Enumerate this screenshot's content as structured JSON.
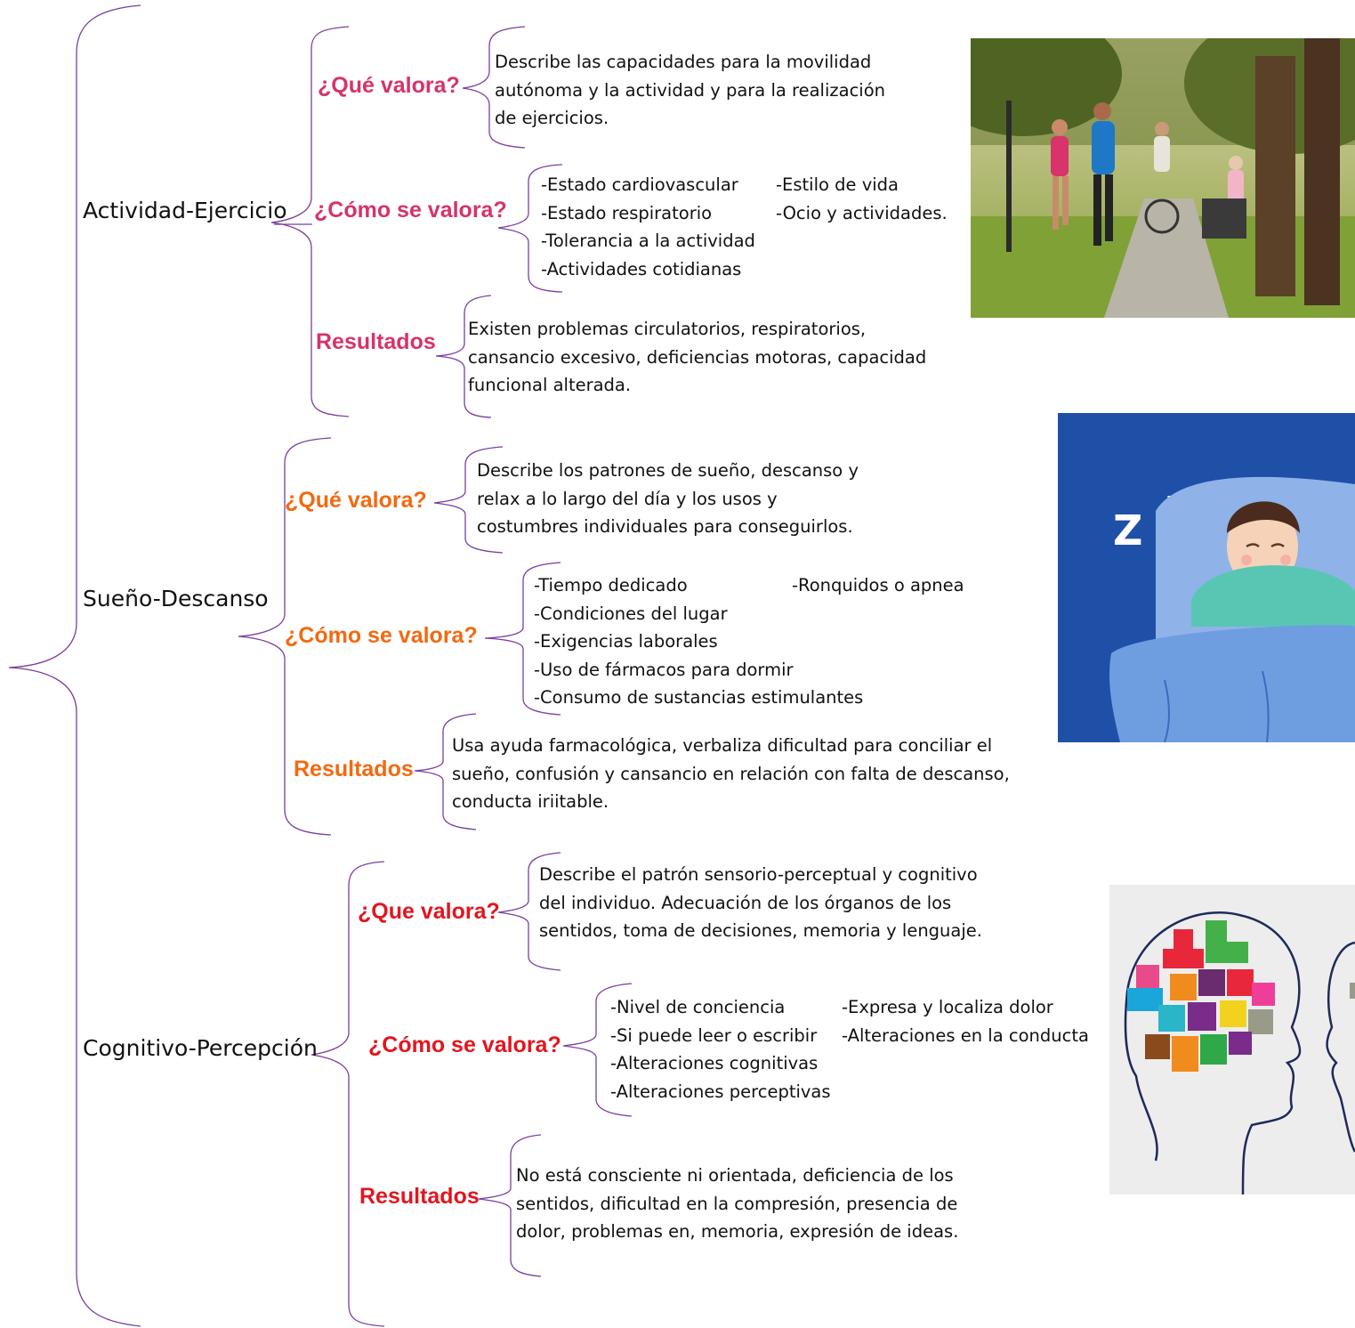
{
  "colors": {
    "bracket": "#7a3fa0",
    "section1": "#d6336c",
    "section2": "#f26a11",
    "section3": "#e3151f"
  },
  "sections": [
    {
      "title": "Actividad-Ejercicio",
      "que_label": "¿Qué valora?",
      "que_text": [
        "Describe las capacidades para la movilidad",
        "autónoma y la actividad y para la realización",
        "de ejercicios."
      ],
      "como_label": "¿Cómo se valora?",
      "como_col1": [
        "-Estado cardiovascular",
        "-Estado respiratorio",
        "-Tolerancia a la actividad",
        "-Actividades cotidianas"
      ],
      "como_col2": [
        "-Estilo de vida",
        "-Ocio y actividades."
      ],
      "res_label": "Resultados",
      "res_text": [
        "Existen problemas circulatorios, respiratorios,",
        "cansancio excesivo, deficiencias motoras, capacidad",
        "funcional alterada."
      ],
      "image": "park-joggers-photo"
    },
    {
      "title": "Sueño-Descanso",
      "que_label": "¿Qué valora?",
      "que_text": [
        "Describe los patrones de sueño, descanso y",
        "relax a lo largo del día y los usos y",
        "costumbres individuales para conseguirlos."
      ],
      "como_label": "¿Cómo se valora?",
      "como_col1": [
        "-Tiempo dedicado",
        "-Condiciones del lugar",
        "-Exigencias laborales",
        "-Uso de fármacos para dormir",
        "-Consumo de sustancias estimulantes"
      ],
      "como_col2": [
        "-Ronquidos o apnea"
      ],
      "res_label": "Resultados",
      "res_text": [
        "Usa ayuda farmacológica, verbaliza dificultad para conciliar el",
        "sueño, confusión y cansancio en relación con falta de descanso,",
        "conducta iriitable."
      ],
      "image": "sleeping-man-illustration"
    },
    {
      "title": "Cognitivo-Percepción",
      "que_label": "¿Que valora?",
      "que_text": [
        "Describe el patrón sensorio-perceptual y cognitivo",
        "del individuo. Adecuación de los órganos de los",
        "sentidos, toma de decisiones, memoria y lenguaje."
      ],
      "como_label": "¿Cómo se valora?",
      "como_col1": [
        "-Nivel de conciencia",
        "-Si puede leer o escribir",
        "-Alteraciones cognitivas",
        "-Alteraciones perceptivas"
      ],
      "como_col2": [
        "-Expresa y localiza dolor",
        "-Alteraciones en la conducta"
      ],
      "res_label": "Resultados",
      "res_text": [
        "No está consciente ni orientada, deficiencia de los",
        "sentidos, dificultad en la compresión, presencia de",
        "dolor, problemas en, memoria, expresión de ideas."
      ],
      "image": "head-puzzle-photo"
    }
  ]
}
